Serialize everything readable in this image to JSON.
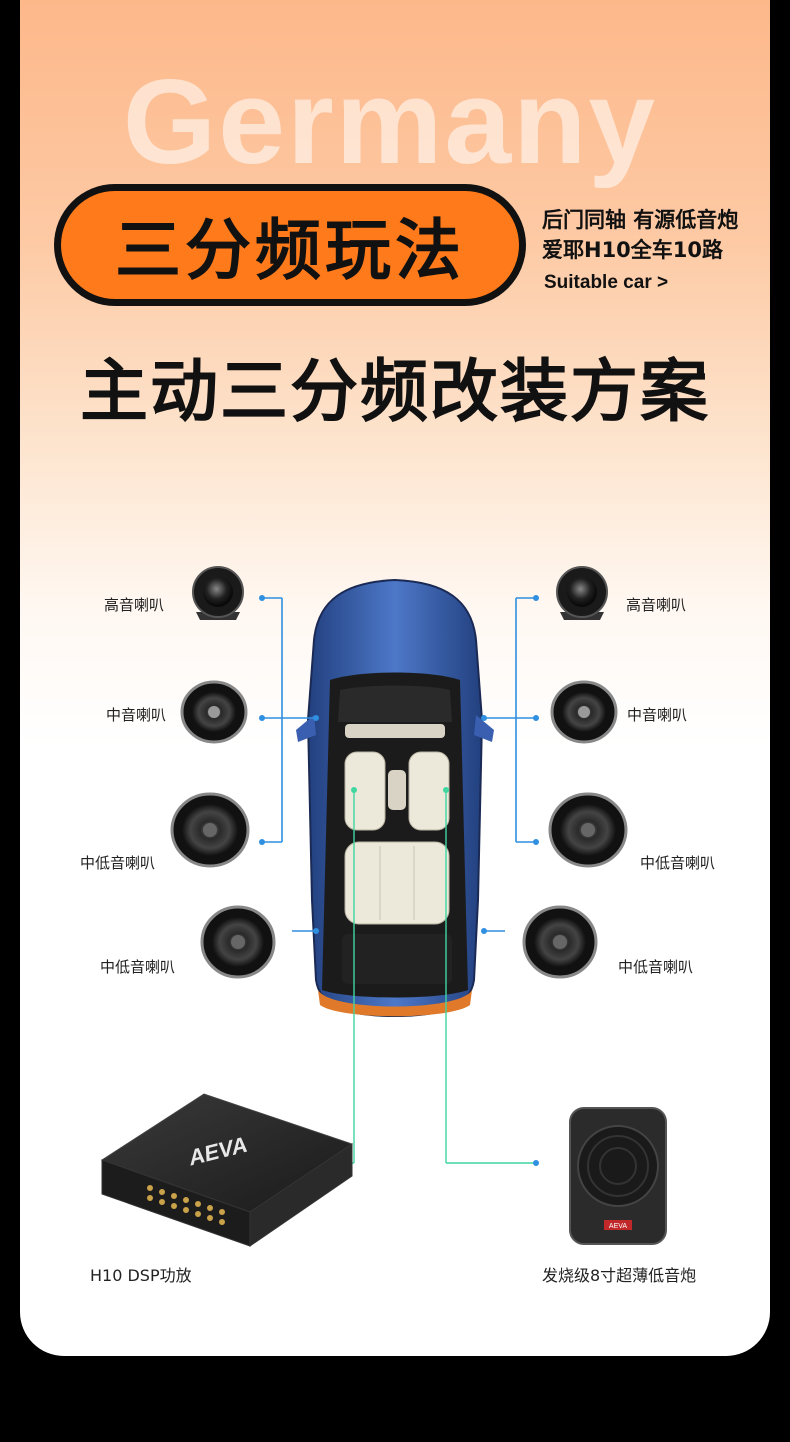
{
  "watermark": "Germany",
  "badge": "三分频玩法",
  "side_line1": "后门同轴 有源低音炮",
  "side_line2": "爱耶H10全车10路",
  "side_link": "Suitable car >",
  "headline": "主动三分频改装方案",
  "speakers": {
    "left_tweeter": "高音喇叭",
    "left_mid": "中音喇叭",
    "left_midbass": "中低音喇叭",
    "left_rear": "中低音喇叭",
    "right_tweeter": "高音喇叭",
    "right_mid": "中音喇叭",
    "right_midbass": "中低音喇叭",
    "right_rear": "中低音喇叭"
  },
  "amp_brand": "AEVA",
  "amp_label": "H10 DSP功放",
  "sub_brand": "AEVA",
  "sub_label": "发烧级8寸超薄低音炮",
  "colors": {
    "accent": "#ff7a1a",
    "wire_blue": "#2f8fe0",
    "wire_green": "#3fd6a0",
    "car_blue": "#3a5fb0"
  }
}
